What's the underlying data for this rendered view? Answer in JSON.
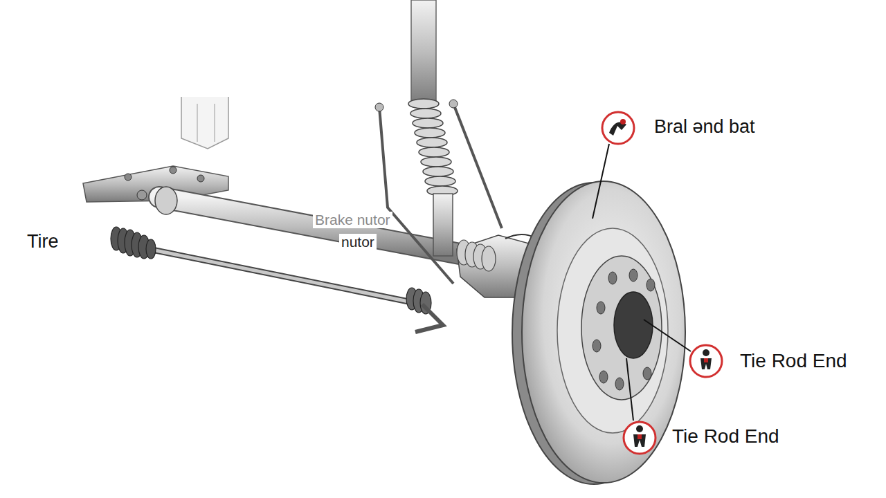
{
  "diagram": {
    "labels": [
      "Bral ənd bat",
      "Brake nutor",
      "nutor",
      "Tire",
      "Tie Rod End",
      "Tie Rod End"
    ]
  }
}
